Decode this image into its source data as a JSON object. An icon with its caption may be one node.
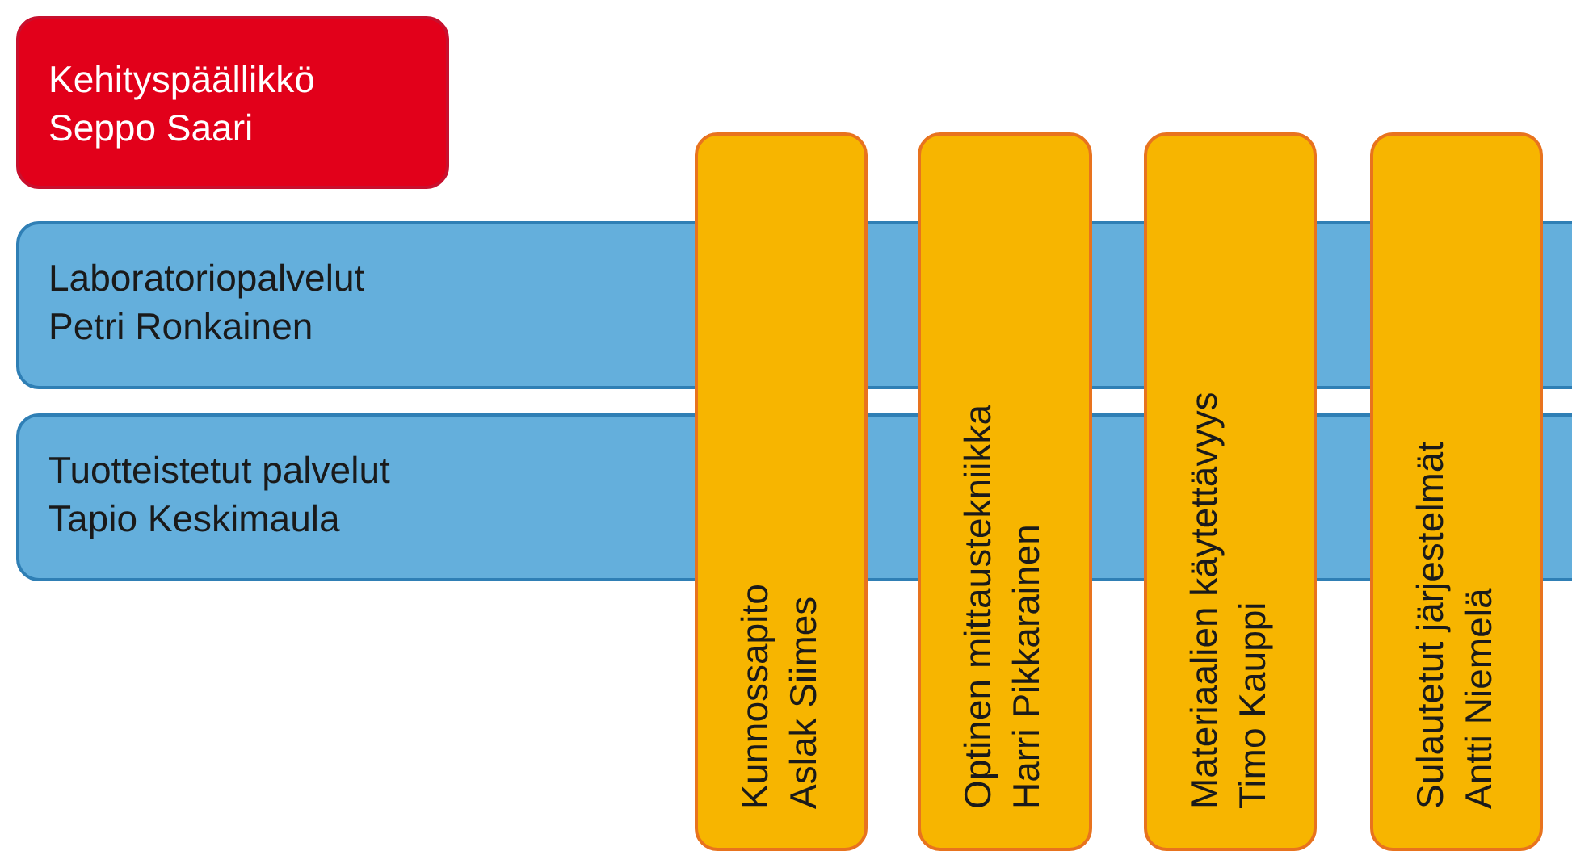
{
  "diagram": {
    "nodes": [
      {
        "text": [
          "Kehityspäällikkö",
          "Seppo Saari"
        ]
      },
      {
        "text": [
          "Laboratoriopalvelut",
          "Petri Ronkainen"
        ]
      },
      {
        "text": [
          "Tuotteistetut palvelut",
          "Tapio Keskimaula"
        ]
      },
      {
        "text": [
          "Kunnossapito",
          "Aslak Siimes"
        ]
      },
      {
        "text": [
          "Optinen mittaustekniikka",
          "Harri Pikkarainen"
        ]
      },
      {
        "text": [
          "Materiaalien käytettävyys",
          "Timo Kauppi"
        ]
      },
      {
        "text": [
          "Sulautetut järjestelmät",
          "Antti Niemelä"
        ]
      }
    ]
  }
}
